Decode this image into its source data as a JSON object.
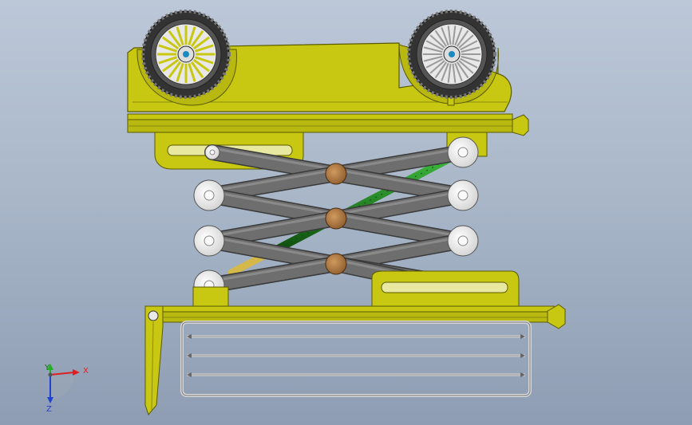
{
  "axis_triad": {
    "x_label": "X",
    "y_label": "Y",
    "z_label": "Z"
  },
  "colors": {
    "background_top": "#bcc8d8",
    "background_bottom": "#8e9db3",
    "body_yellow": "#c8c812",
    "scissor_arm_gray": "#6e6e6e",
    "hydraulic_green": "#1f8a1f",
    "hydraulic_gold": "#d4b84a",
    "pivot_bronze": "#b07840",
    "roller_white": "#f2f2f2",
    "tire_dark": "#333333",
    "axis_x_red": "#e02020",
    "axis_y_green": "#20b020",
    "axis_z_blue": "#2040d0"
  },
  "model": {
    "components": [
      "car-body",
      "front-wheel",
      "rear-wheel",
      "top-platform",
      "scissor-arms",
      "hydraulic-cylinders",
      "base-frame",
      "foot-guard",
      "support-leg"
    ]
  }
}
